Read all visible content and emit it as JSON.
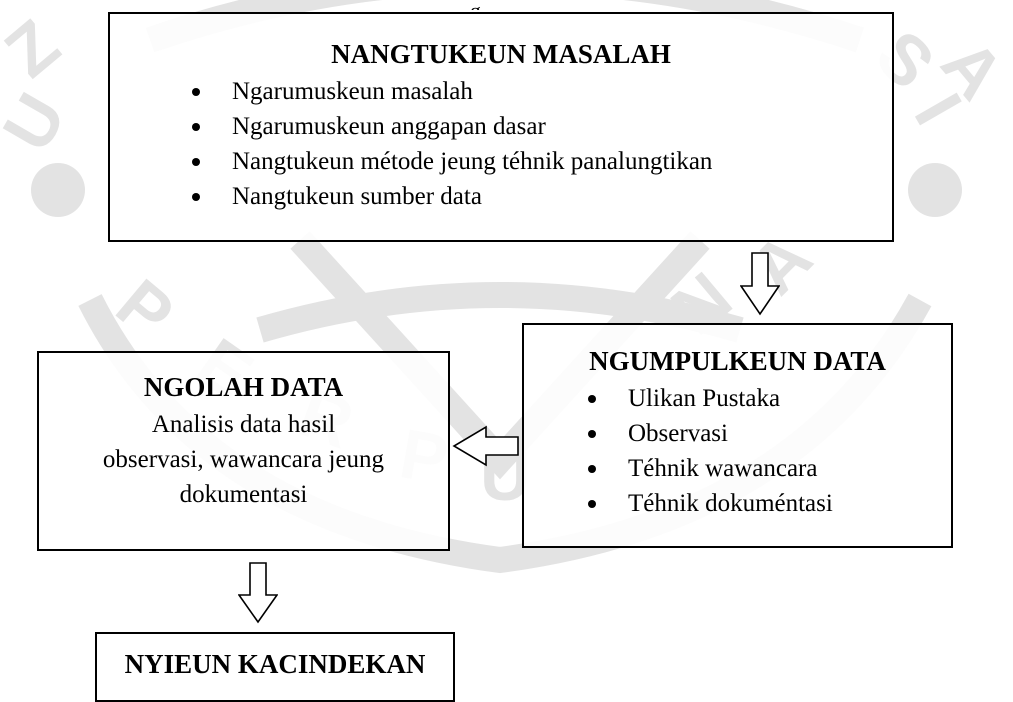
{
  "top_fragment": "g",
  "boxes": {
    "problem": {
      "title": "NANGTUKEUN MASALAH",
      "items": [
        "Ngarumuskeun masalah",
        "Ngarumuskeun anggapan dasar",
        "Nangtukeun métode jeung téhnik panalungtikan",
        "Nangtukeun sumber data"
      ]
    },
    "collect": {
      "title": "NGUMPULKEUN DATA",
      "items": [
        "Ulikan Pustaka",
        "Observasi",
        "Téhnik wawancara",
        "Téhnik dokuméntasi"
      ]
    },
    "process": {
      "title": "NGOLAH DATA",
      "description_lines": [
        "Analisis data hasil",
        "observasi, wawancara jeung",
        "dokumentasi"
      ]
    },
    "conclusion": {
      "title": "NYIEUN KACINDEKAN"
    }
  },
  "colors": {
    "watermark": "#e3e3e3",
    "stroke": "#000000"
  }
}
